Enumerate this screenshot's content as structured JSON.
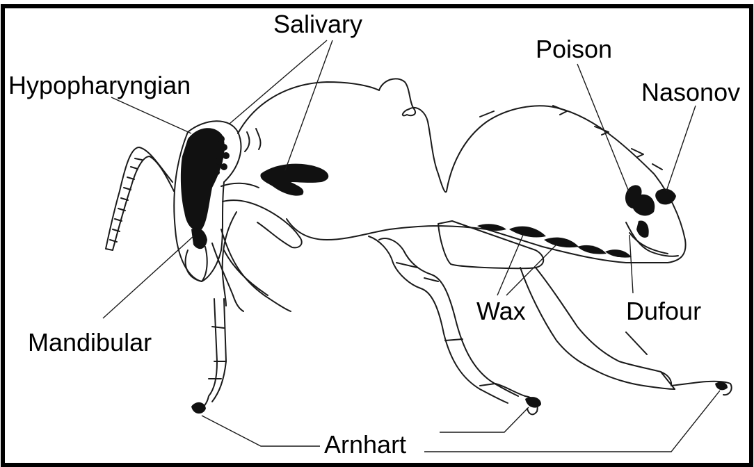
{
  "labels": {
    "salivary": "Salivary",
    "hypopharyngian": "Hypopharyngian",
    "poison": "Poison",
    "nasonov": "Nasonov",
    "mandibular": "Mandibular",
    "wax": "Wax",
    "dufour": "Dufour",
    "arnhart": "Arnhart"
  },
  "colors": {
    "border": "#000000",
    "line": "#1a1a1a",
    "gland": "#111111",
    "background": "#ffffff"
  }
}
